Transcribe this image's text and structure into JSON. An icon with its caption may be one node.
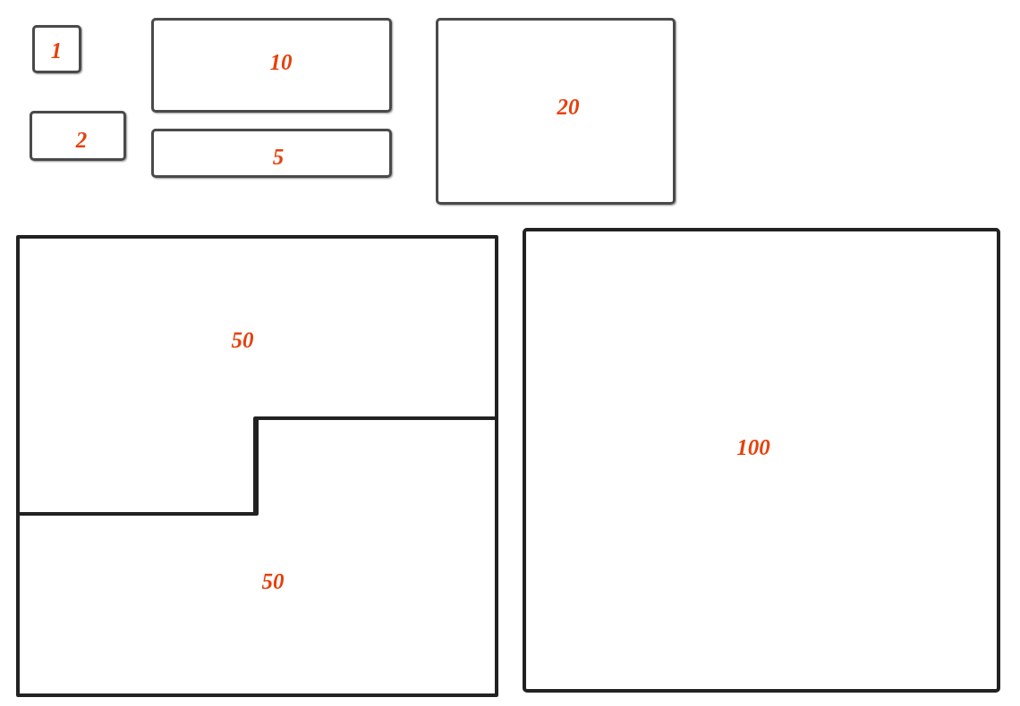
{
  "diagram": {
    "nodes": [
      {
        "text": [
          "1"
        ]
      },
      {
        "text": [
          "10"
        ]
      },
      {
        "text": [
          "20"
        ]
      },
      {
        "text": [
          "2"
        ]
      },
      {
        "text": [
          "5"
        ]
      },
      {
        "text": [
          "50"
        ]
      },
      {
        "text": [
          "100"
        ]
      },
      {
        "text": [
          "50"
        ]
      }
    ]
  }
}
